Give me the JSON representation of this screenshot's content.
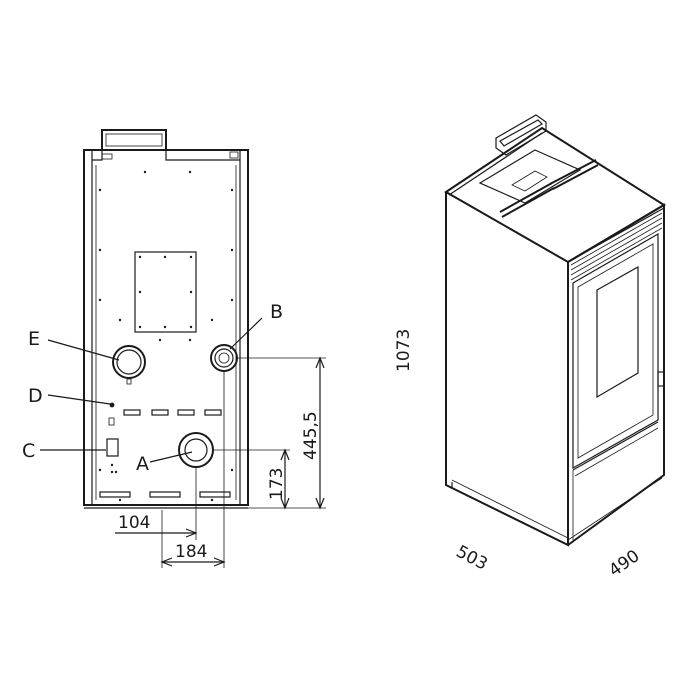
{
  "callouts": [
    {
      "id": "A",
      "label": "A"
    },
    {
      "id": "B",
      "label": "B"
    },
    {
      "id": "C",
      "label": "C"
    },
    {
      "id": "D",
      "label": "D"
    },
    {
      "id": "E",
      "label": "E"
    }
  ],
  "dimensions": {
    "offset_a_horizontal": "104",
    "offset_b_horizontal": "184",
    "height_a": "173",
    "height_b": "445,5",
    "total_height": "1073",
    "depth": "503",
    "width": "490"
  },
  "line_color": "#1a1a1a",
  "background_color": "#ffffff"
}
